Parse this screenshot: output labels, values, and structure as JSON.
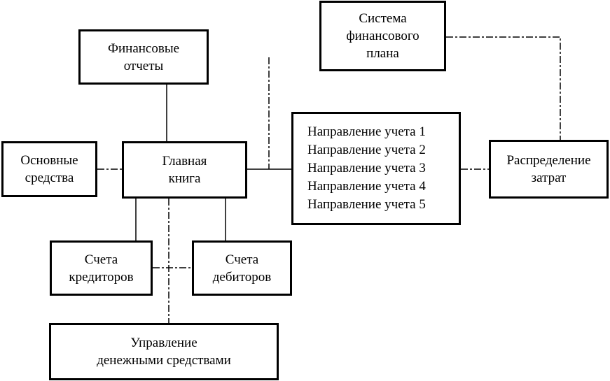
{
  "diagram": {
    "financial_plan": {
      "lines": [
        "Система",
        "финансового",
        "плана"
      ]
    },
    "financial_reports": {
      "lines": [
        "Финансовые",
        "отчеты"
      ]
    },
    "fixed_assets": {
      "lines": [
        "Основные",
        "средства"
      ]
    },
    "general_ledger": {
      "lines": [
        "Главная",
        "книга"
      ]
    },
    "accounting_directions": {
      "lines": [
        "Направление учета 1",
        "Направление учета 2",
        "Направление учета 3",
        "Направление учета 4",
        "Направление учета 5"
      ]
    },
    "cost_allocation": {
      "lines": [
        "Распределение",
        "затрат"
      ]
    },
    "accounts_payable": {
      "lines": [
        "Счета",
        "кредиторов"
      ]
    },
    "accounts_receivable": {
      "lines": [
        "Счета",
        "дебиторов"
      ]
    },
    "cash_management": {
      "lines": [
        "Управление",
        "денежными средствами"
      ]
    }
  }
}
